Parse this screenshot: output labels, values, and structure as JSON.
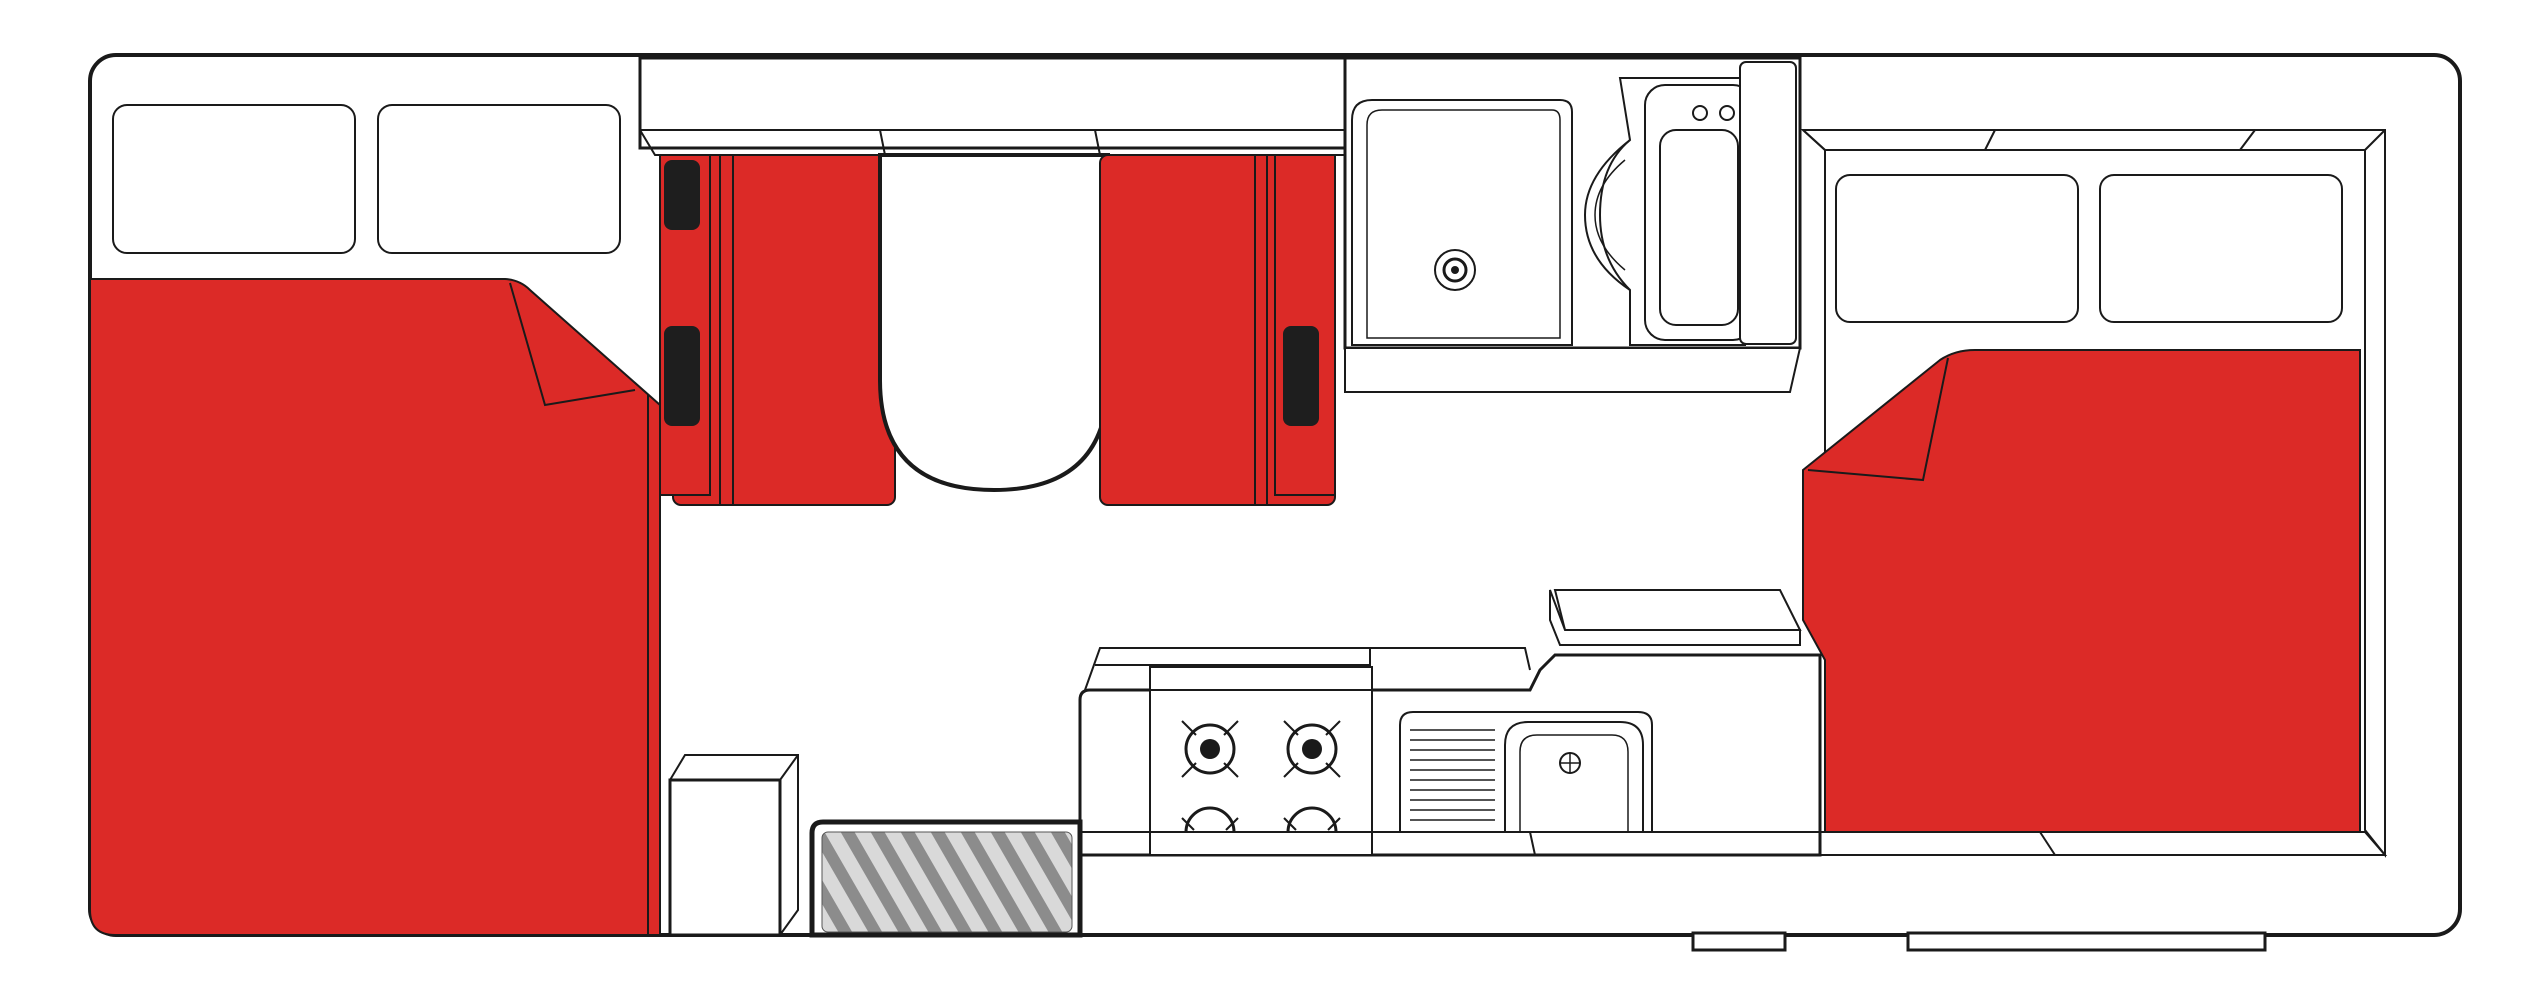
{
  "diagram": {
    "type": "campervan-floor-plan",
    "colors": {
      "upholstery_red": "#dc2a27",
      "outline": "#1a1a1a",
      "fill_white": "#ffffff",
      "hatch_grey": "#8c8c8c",
      "hatch_light": "#d9d9d9",
      "cushion_dark": "#1e1e1e"
    },
    "areas": [
      {
        "id": "rear-bed",
        "label": ""
      },
      {
        "id": "dinette",
        "label": ""
      },
      {
        "id": "bathroom",
        "label": ""
      },
      {
        "id": "kitchen",
        "label": ""
      },
      {
        "id": "front-bed",
        "label": ""
      },
      {
        "id": "fridge",
        "label": ""
      },
      {
        "id": "entry-step",
        "label": ""
      }
    ],
    "stove": {
      "burners": 4
    },
    "kitchen_sink": {
      "drainer": true
    },
    "bathroom_features": [
      "toilet",
      "basin",
      "shower"
    ]
  }
}
